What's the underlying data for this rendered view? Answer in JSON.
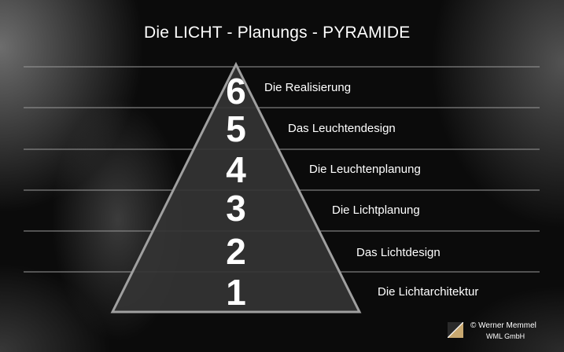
{
  "title": "Die LICHT - Planungs - PYRAMIDE",
  "levels": [
    {
      "number": "6",
      "label": "Die Realisierung"
    },
    {
      "number": "5",
      "label": "Das Leuchtendesign"
    },
    {
      "number": "4",
      "label": "Die Leuchtenplanung"
    },
    {
      "number": "3",
      "label": "Die Lichtplanung"
    },
    {
      "number": "2",
      "label": "Das Lichtdesign"
    },
    {
      "number": "1",
      "label": "Die Lichtarchitektur"
    }
  ],
  "copyright": {
    "line1": "© Werner Memmel",
    "line2": "WML GmbH",
    "logo": "wml-logo"
  },
  "colors": {
    "background": "#0b0b0b",
    "pyramid_fill": "#2e2e2e",
    "pyramid_stroke": "#a0a0a0",
    "lines": "#9a9a9a",
    "text": "#ffffff"
  }
}
